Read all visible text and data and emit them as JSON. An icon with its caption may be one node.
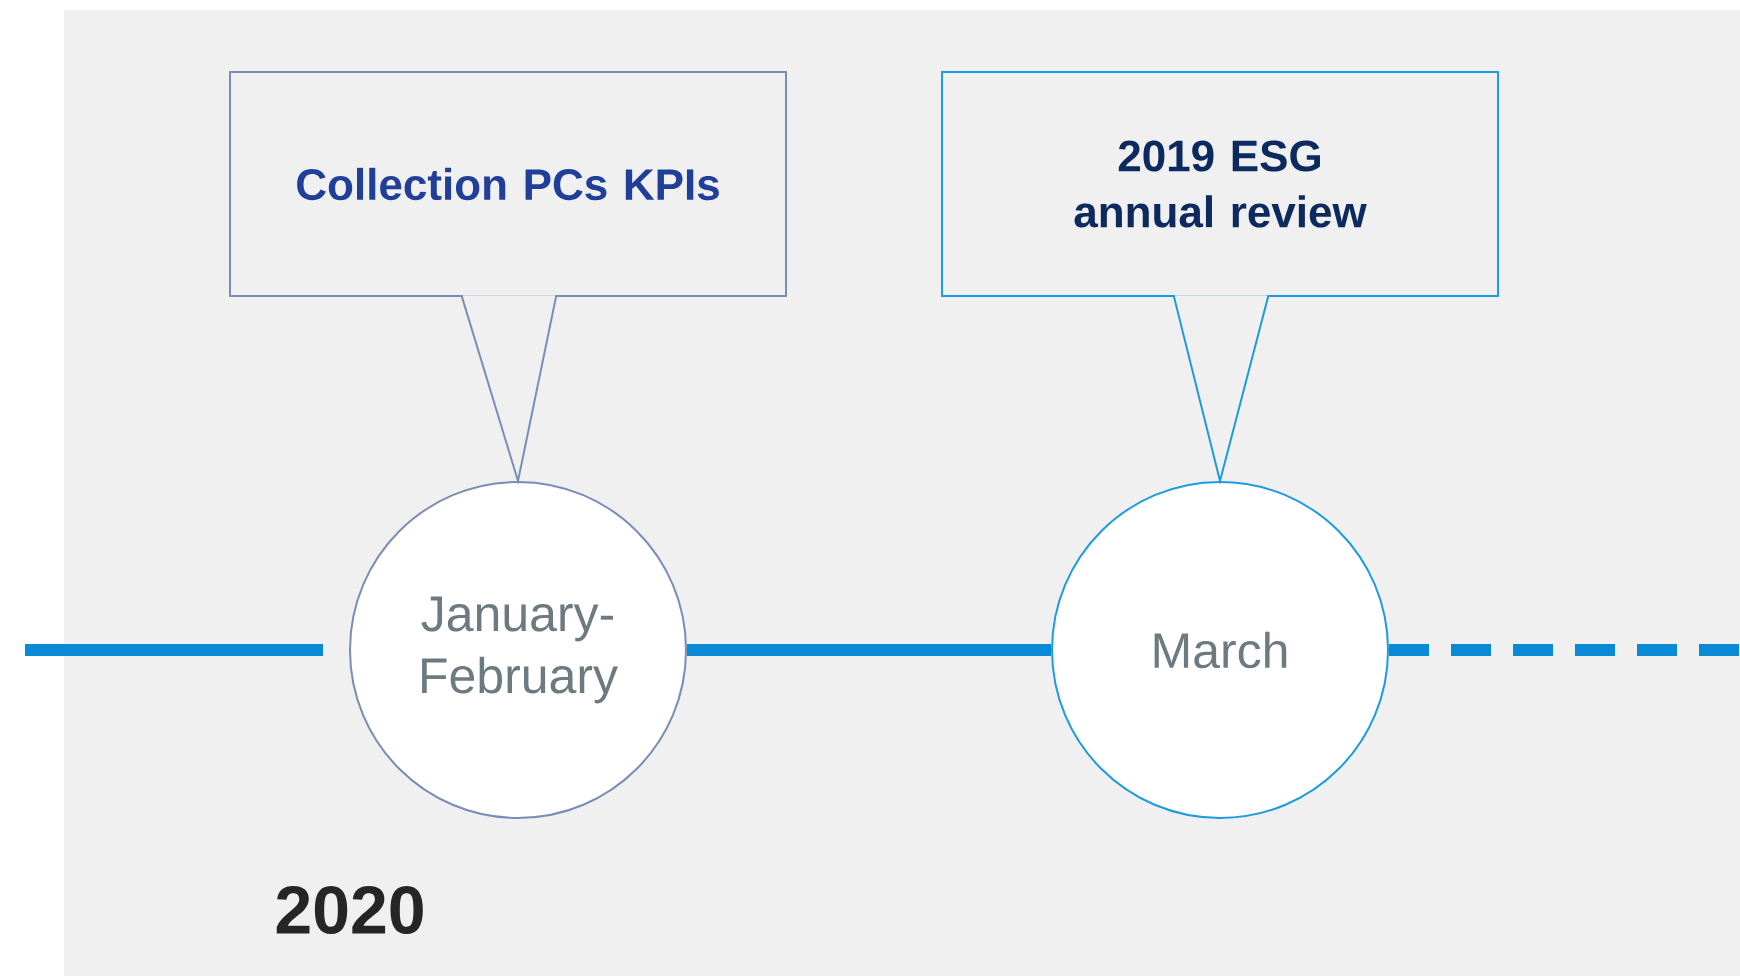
{
  "diagram": {
    "nodes": [
      {
        "text": [
          "Collection PCs KPIs"
        ]
      },
      {
        "text": [
          "2019 ESG annual review"
        ]
      },
      {
        "text": [
          "January- February"
        ]
      },
      {
        "text": [
          "March"
        ]
      }
    ],
    "edges": [
      {
        "from": 0,
        "to": 2,
        "arrow": "none",
        "color": "#7a8cb8"
      },
      {
        "from": 1,
        "to": 3,
        "arrow": "none",
        "color": "#1e9be0"
      },
      {
        "from": null,
        "to": 2,
        "arrow": "none"
      },
      {
        "from": 2,
        "to": 3,
        "arrow": "none"
      },
      {
        "from": 3,
        "to": null,
        "arrow": "none",
        "style": "dashed"
      }
    ],
    "labels": [
      "2020"
    ]
  }
}
